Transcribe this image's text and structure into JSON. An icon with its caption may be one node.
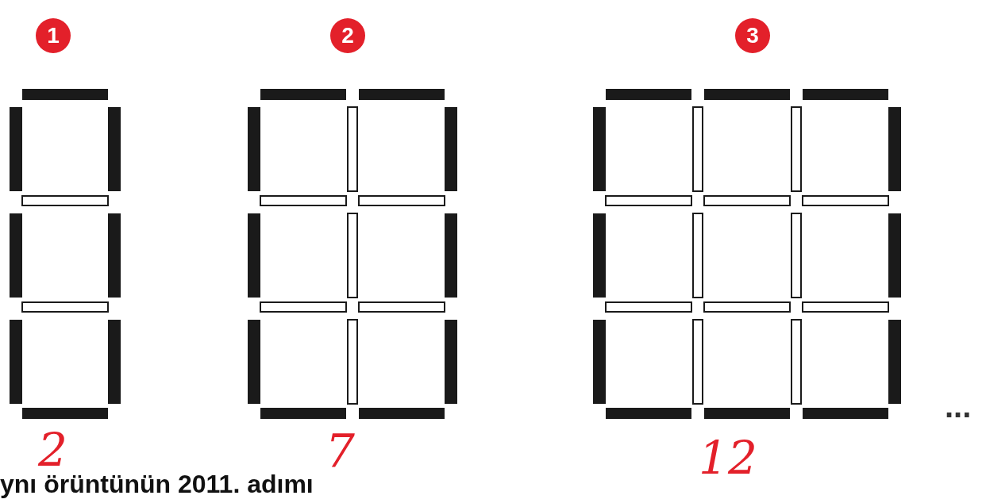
{
  "diagram": {
    "nodes": [
      {
        "text": [
          "1"
        ]
      },
      {
        "text": [
          "2"
        ]
      },
      {
        "text": [
          "3"
        ]
      }
    ],
    "labels": [
      "2",
      "7",
      "12",
      "...",
      "ynı örüntünün 2011. adımı"
    ]
  }
}
